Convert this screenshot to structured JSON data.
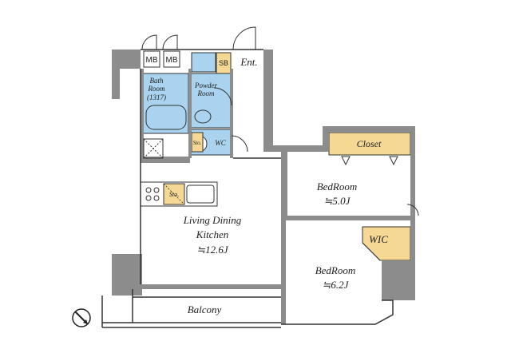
{
  "rooms": {
    "bath": {
      "line1": "Bath",
      "line2": "Room",
      "line3": "(1317)"
    },
    "powder": {
      "line1": "Powder",
      "line2": "Room"
    },
    "mb1": "MB",
    "mb2": "MB",
    "sb": "SB",
    "entrance": "Ent.",
    "storage_wc": "Sto.",
    "wc": "WC",
    "storage_kitchen": "Sto.",
    "closet": "Closet",
    "ldk": {
      "line1": "Living Dining",
      "line2": "Kitchen",
      "size": "≒12.6J"
    },
    "bedroom1": {
      "name": "BedRoom",
      "size": "≒5.0J"
    },
    "bedroom2": {
      "name": "BedRoom",
      "size": "≒6.2J"
    },
    "wic": "WIC",
    "balcony": "Balcony"
  },
  "colors": {
    "wall": "#8c8c8c",
    "wet_area": "#a9d3ee",
    "storage": "#f5d894",
    "line": "#333333"
  }
}
